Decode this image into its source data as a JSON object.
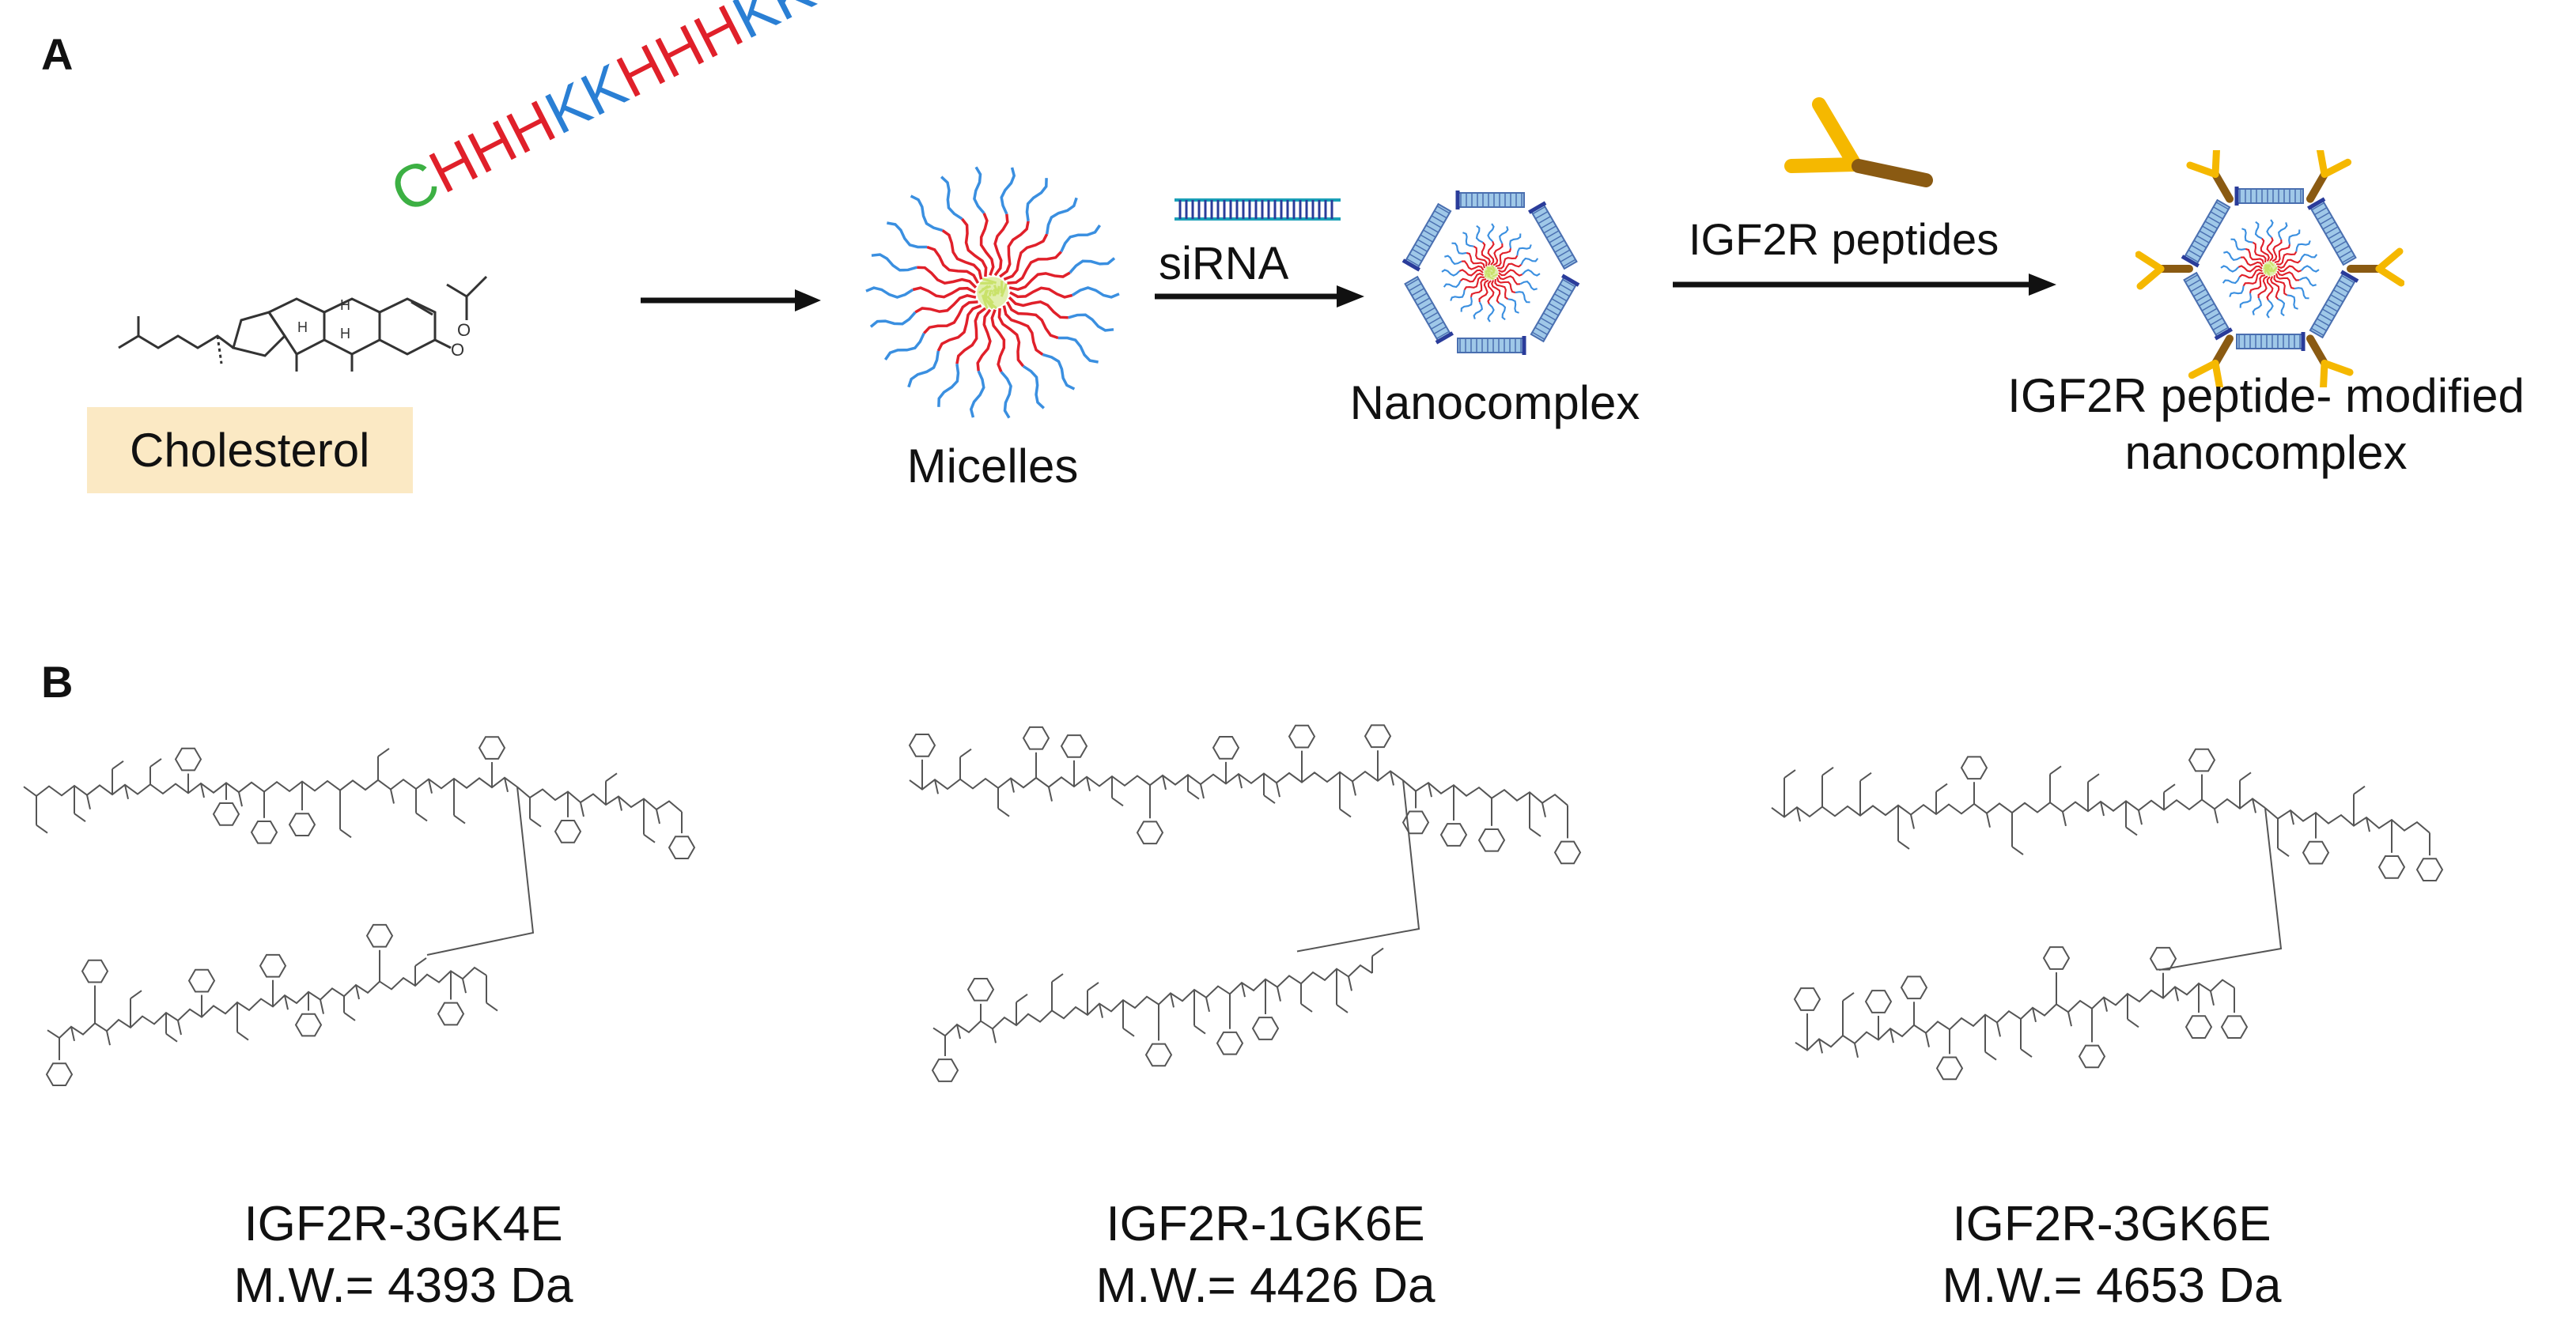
{
  "panel_a": {
    "label": "A",
    "sequence": [
      {
        "text": "C",
        "color": "#3cb043"
      },
      {
        "text": "HHH",
        "color": "#e0202a"
      },
      {
        "text": "KK",
        "color": "#2a7fd4"
      },
      {
        "text": "HHH",
        "color": "#e0202a"
      },
      {
        "text": "KK",
        "color": "#2a7fd4"
      }
    ],
    "cholesterol_label": "Cholesterol",
    "micelles_label": "Micelles",
    "sirna_label": "siRNA",
    "nanocomplex_label": "Nanocomplex",
    "igf2r_peptides_label": "IGF2R peptides",
    "modified_label_line1": "IGF2R peptide- modified",
    "modified_label_line2": "nanocomplex"
  },
  "panel_b": {
    "label": "B",
    "compounds": [
      {
        "name": "IGF2R-3GK4E",
        "mw": "M.W.= 4393 Da"
      },
      {
        "name": "IGF2R-1GK6E",
        "mw": "M.W.= 4426 Da"
      },
      {
        "name": "IGF2R-3GK6E",
        "mw": "M.W.= 4653 Da"
      }
    ]
  },
  "colors": {
    "hydrophilic": "#e0202a",
    "hydrophobic": "#3a8fe0",
    "core": "#c9e26a",
    "peptide_arm": "#f5b800",
    "peptide_stem": "#8a5a12",
    "sirna": "#1aa0b8",
    "label_box": "#fbe9c4"
  }
}
